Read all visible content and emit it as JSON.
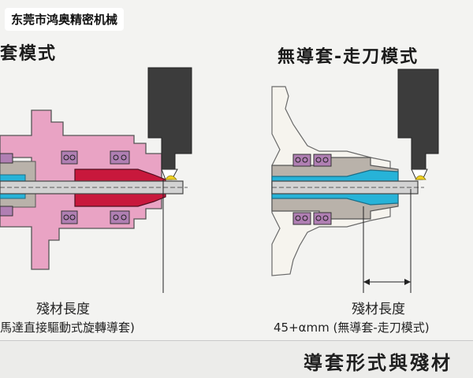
{
  "watermark": "东莞市鸿奥精密机械",
  "left_panel": {
    "title": "套模式",
    "measure_label": "殘材長度",
    "caption": "馬達直接驅動式旋轉導套)"
  },
  "right_panel": {
    "title": "無導套-走刀模式",
    "measure_label": "殘材長度",
    "caption": "45+αmm (無導套-走刀模式)"
  },
  "footer_banner": "導套形式與殘材",
  "colors": {
    "pink": "#e9a3c4",
    "crimson": "#c8183c",
    "cyan": "#27b3d8",
    "bearing": "#b07fb3",
    "tool": "#3c3c3c",
    "gray_body": "#b9b2aa",
    "yellow_tip": "#f0d020"
  }
}
